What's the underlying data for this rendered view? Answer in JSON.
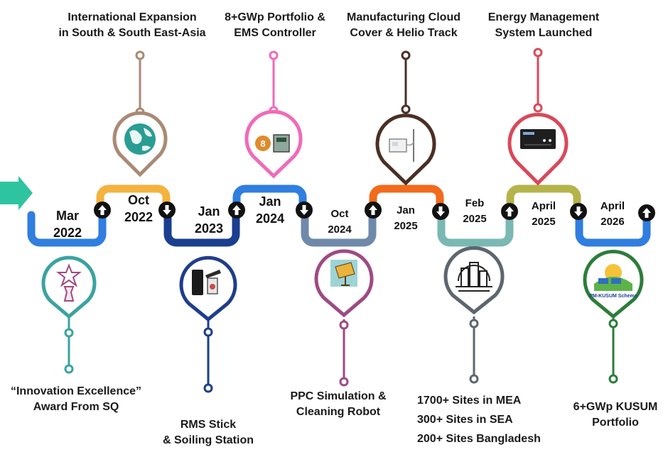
{
  "milestones": [
    {
      "date_month": "Mar",
      "date_year": "2022",
      "caption_lines": [
        "“Innovation Excellence”",
        "Award From SQ"
      ],
      "icon": "award-trophy-icon",
      "color": "#3aa3a0"
    },
    {
      "date_month": "Oct",
      "date_year": "2022",
      "caption_lines": [
        "International Expansion",
        "in South & South East-Asia"
      ],
      "icon": "globe-icon",
      "color": "#a98a74"
    },
    {
      "date_month": "Jan",
      "date_year": "2023",
      "caption_lines": [
        "RMS Stick",
        "& Soiling Station"
      ],
      "icon": "rms-device-icon",
      "color": "#1f3d8a"
    },
    {
      "date_month": "Jan",
      "date_year": "2024",
      "caption_lines": [
        "8+GWp Portfolio &",
        "EMS Controller"
      ],
      "icon": "ems-controller-icon",
      "color": "#f06ab8"
    },
    {
      "date_month": "Oct",
      "date_year": "2024",
      "caption_lines": [
        "PPC Simulation &",
        "Cleaning Robot"
      ],
      "icon": "solar-panel-icon",
      "color": "#9e4a82"
    },
    {
      "date_month": "Jan",
      "date_year": "2025",
      "caption_lines": [
        "Manufacturing Cloud",
        "Cover & Helio Track"
      ],
      "icon": "helio-track-icon",
      "color": "#4a2f25"
    },
    {
      "date_month": "Feb",
      "date_year": "2025",
      "caption_lines": [
        "1700+ Sites in MEA",
        "300+ Sites in SEA",
        "200+ Sites Bangladesh"
      ],
      "icon": "city-sites-icon",
      "color": "#5d666f"
    },
    {
      "date_month": "April",
      "date_year": "2025",
      "caption_lines": [
        "Energy Management",
        "System Launched"
      ],
      "icon": "ems-box-icon",
      "color": "#d9485a"
    },
    {
      "date_month": "April",
      "date_year": "2026",
      "caption_lines": [
        "6+GWp KUSUM",
        "Portfolio"
      ],
      "icon": "pm-kusum-logo-icon",
      "color": "#2c7d3a"
    }
  ],
  "kusum_logo_text": "PM-KUSUM Scheme",
  "segment_colors": [
    "#2f7ee0",
    "#f4b23f",
    "#1a3f8f",
    "#2f7ee0",
    "#6f89aa",
    "#f26a1b",
    "#7ab8b4",
    "#b5b44a",
    "#2f7ee0"
  ],
  "arrow_color": "#2ec4a0"
}
